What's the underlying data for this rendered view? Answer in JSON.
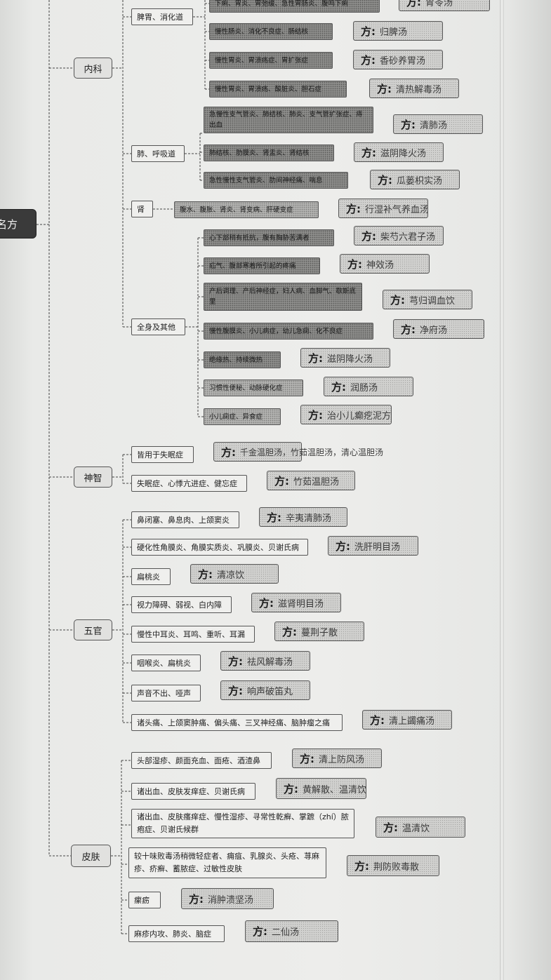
{
  "root": {
    "label": "名方"
  },
  "categories": {
    "neike": "内科",
    "shenzhi": "神智",
    "wuguan": "五官",
    "pifu": "皮肤"
  },
  "subcategories": {
    "piwei": "脾胃、消化道",
    "fei": "肺、呼吸道",
    "shen": "肾",
    "quanshen": "全身及其他"
  },
  "rx_prefix": "方:",
  "rows": [
    {
      "symptom": "下痢、胃炎、胃弛缓、急性胃肠炎、腹鸣下痢",
      "rx": "胃苓汤"
    },
    {
      "symptom": "慢性肠炎、消化不良症、肠结核",
      "rx": "归脾汤"
    },
    {
      "symptom": "慢性胃炎、胃溃疡症、胃扩张症",
      "rx": "香砂养胃汤"
    },
    {
      "symptom": "慢性胃炎、胃溃疡、酸脏炎、胆石症",
      "rx": "清热解毒汤"
    },
    {
      "symptom": "急慢性支气管炎、肺结核、肺炎、支气管扩张症、痔出血",
      "rx": "清肺汤"
    },
    {
      "symptom": "肺结核、肋膜炎、肾盂炎、肾结核",
      "rx": "滋阴降火汤"
    },
    {
      "symptom": "急性慢性支气管炎、肋间神经痛、喘息",
      "rx": "瓜蒌枳实汤"
    },
    {
      "symptom": "腹水、腹胀、肾炎、肾变病、肝硬变症",
      "rx": "行湿补气养血汤"
    },
    {
      "symptom": "心下部稍有抵抗，腹有胸胁苦满者",
      "rx": "柴芍六君子汤"
    },
    {
      "symptom": "疝气、腹部寒着所引起的疼痛",
      "rx": "神效汤"
    },
    {
      "symptom": "产后调理、产后神经症，妇人病、血脚气、歇斯底里",
      "rx": "芎归调血饮"
    },
    {
      "symptom": "慢性腹膜炎、小儿病症，幼儿急痫、化不良症",
      "rx": "净府汤"
    },
    {
      "symptom": "绝缘热、持续微热",
      "rx": "滋阴降火汤"
    },
    {
      "symptom": "习惯性便秘、动脉硬化症",
      "rx": "润肠汤"
    },
    {
      "symptom": "小儿痫症、异食症",
      "rx": "治小儿癫疙泥方"
    }
  ],
  "shenzhi_rows": [
    {
      "symptom": "皆用于失眠症",
      "rx": "千金温胆汤，竹茹温胆汤，清心温胆汤"
    },
    {
      "symptom": "失眠症、心悸亢进症、健忘症",
      "rx": "竹茹温胆汤"
    }
  ],
  "wuguan_rows": [
    {
      "symptom": "鼻闭塞、鼻息肉、上颌窦炎",
      "rx": "辛夷清肺汤"
    },
    {
      "symptom": "硬化性角膜炎、角膜实质炎、巩膜炎、贝谢氏病",
      "rx": "洗肝明目汤"
    },
    {
      "symptom": "扁桃炎",
      "rx": "清凉饮"
    },
    {
      "symptom": "视力障碍、弱视、白内障",
      "rx": "滋肾明目汤"
    },
    {
      "symptom": "慢性中耳炎、耳鸣、重听、耳漏",
      "rx": "蔓荆子散"
    },
    {
      "symptom": "咽喉炎、扁桃炎",
      "rx": "祛风解毒汤"
    },
    {
      "symptom": "声音不出、哑声",
      "rx": "响声破笛丸"
    },
    {
      "symptom": "诸头痛、上颌窦肿痛、偏头痛、三叉神经痛、脑肿瘤之痛",
      "rx": "清上蠲痛汤"
    }
  ],
  "pifu_rows": [
    {
      "symptom": "头部湿疹、颜面充血、面疮、酒渣鼻",
      "rx": "清上防风汤"
    },
    {
      "symptom": "诸出血、皮肤发痒症、贝谢氏病",
      "rx": "黄解散、温清饮"
    },
    {
      "symptom": "诸出血、皮肤瘙痒症、慢性湿疹、寻常性乾癣、掌蹠（zhí）脓疱症、贝谢氏候群",
      "rx": "温清饮"
    },
    {
      "symptom": "较十味败毒汤稍微轻症者、痈疽、乳腺炎、头疮、荨麻疹、疥癣、蓄脓症、过敏性皮肤",
      "rx": "荆防败毒散"
    },
    {
      "symptom": "瘰疬",
      "rx": "消肿溃坚汤"
    },
    {
      "symptom": "麻疹内攻、肺炎、脑症",
      "rx": "二仙汤"
    }
  ]
}
